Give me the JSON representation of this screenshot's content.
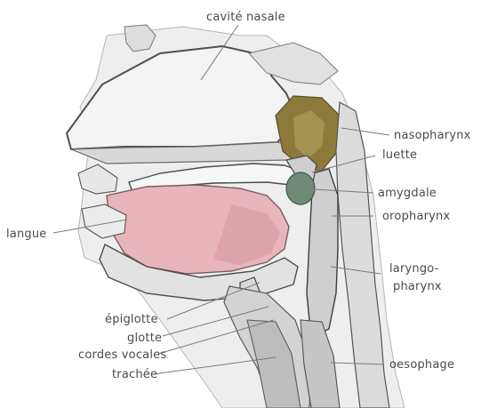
{
  "labels": {
    "cavite_nasale": "cavité nasale",
    "nasopharynx": "nasopharynx",
    "luette": "luette",
    "amygdale": "amygdale",
    "oropharynx": "oropharynx",
    "laryngopharynx_line1": "laryngo-",
    "laryngopharynx_line2": "pharynx",
    "langue": "langue",
    "epiglotte": "épiglotte",
    "glotte": "glotte",
    "cordes_vocales": "cordes vocales",
    "trachee": "trachée",
    "oesophage": "oesophage"
  },
  "colors": {
    "tongue": "#e9b5bc",
    "nasopharynx": "#8c7a3a",
    "amygdale": "#6f8a76",
    "tissue_outline": "#4f4f4f",
    "soft_tissue": "#d7d7d7"
  }
}
